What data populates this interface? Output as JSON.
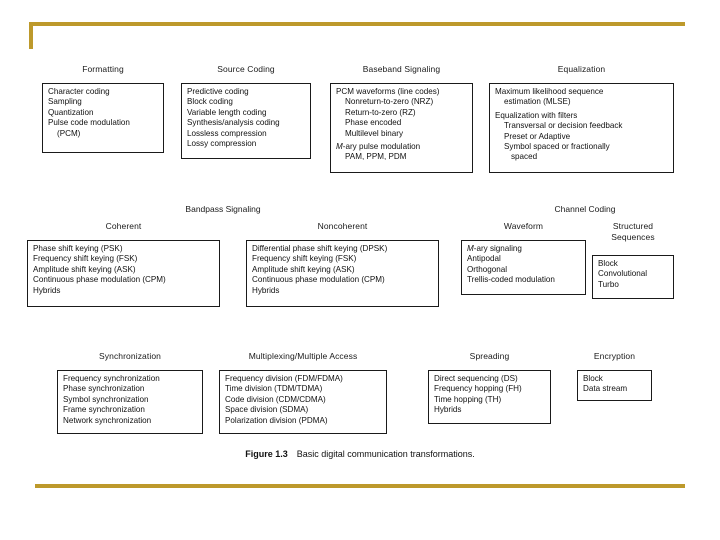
{
  "slide": {
    "accent_color": "#bd992b",
    "background_color": "#ffffff"
  },
  "figure": {
    "caption_number": "Figure 1.3",
    "caption_text": "Basic digital communication transformations.",
    "sections": [
      {
        "name": "bandpass-signaling",
        "label": "Bandpass Signaling"
      },
      {
        "name": "channel-coding",
        "label": "Channel Coding"
      }
    ],
    "groups": [
      {
        "name": "formatting",
        "title": "Formatting",
        "items": [
          {
            "text": "Character coding",
            "indent": 0,
            "gap": false,
            "italic_prefix": ""
          },
          {
            "text": "Sampling",
            "indent": 0,
            "gap": false,
            "italic_prefix": ""
          },
          {
            "text": "Quantization",
            "indent": 0,
            "gap": false,
            "italic_prefix": ""
          },
          {
            "text": "Pulse code modulation",
            "indent": 0,
            "gap": false,
            "italic_prefix": ""
          },
          {
            "text": "(PCM)",
            "indent": 1,
            "gap": false,
            "italic_prefix": ""
          }
        ]
      },
      {
        "name": "source-coding",
        "title": "Source Coding",
        "items": [
          {
            "text": "Predictive coding",
            "indent": 0,
            "gap": false,
            "italic_prefix": ""
          },
          {
            "text": "Block coding",
            "indent": 0,
            "gap": false,
            "italic_prefix": ""
          },
          {
            "text": "Variable length coding",
            "indent": 0,
            "gap": false,
            "italic_prefix": ""
          },
          {
            "text": "Synthesis/analysis coding",
            "indent": 0,
            "gap": false,
            "italic_prefix": ""
          },
          {
            "text": "Lossless compression",
            "indent": 0,
            "gap": false,
            "italic_prefix": ""
          },
          {
            "text": "Lossy compression",
            "indent": 0,
            "gap": false,
            "italic_prefix": ""
          }
        ]
      },
      {
        "name": "baseband-signaling",
        "title": "Baseband Signaling",
        "items": [
          {
            "text": "PCM waveforms (line codes)",
            "indent": 0,
            "gap": false,
            "italic_prefix": ""
          },
          {
            "text": "Nonreturn-to-zero (NRZ)",
            "indent": 1,
            "gap": false,
            "italic_prefix": ""
          },
          {
            "text": "Return-to-zero (RZ)",
            "indent": 1,
            "gap": false,
            "italic_prefix": ""
          },
          {
            "text": "Phase encoded",
            "indent": 1,
            "gap": false,
            "italic_prefix": ""
          },
          {
            "text": "Multilevel binary",
            "indent": 1,
            "gap": false,
            "italic_prefix": ""
          },
          {
            "text": "-ary pulse modulation",
            "indent": 0,
            "gap": true,
            "italic_prefix": "M"
          },
          {
            "text": "PAM, PPM, PDM",
            "indent": 1,
            "gap": false,
            "italic_prefix": ""
          }
        ]
      },
      {
        "name": "equalization",
        "title": "Equalization",
        "items": [
          {
            "text": "Maximum likelihood sequence",
            "indent": 0,
            "gap": false,
            "italic_prefix": ""
          },
          {
            "text": "estimation (MLSE)",
            "indent": 1,
            "gap": false,
            "italic_prefix": ""
          },
          {
            "text": "Equalization with filters",
            "indent": 0,
            "gap": true,
            "italic_prefix": ""
          },
          {
            "text": "Transversal or decision feedback",
            "indent": 1,
            "gap": false,
            "italic_prefix": ""
          },
          {
            "text": "Preset or Adaptive",
            "indent": 1,
            "gap": false,
            "italic_prefix": ""
          },
          {
            "text": "Symbol spaced or fractionally",
            "indent": 1,
            "gap": false,
            "italic_prefix": ""
          },
          {
            "text": "spaced",
            "indent": 2,
            "gap": false,
            "italic_prefix": ""
          }
        ]
      },
      {
        "name": "coherent",
        "title": "Coherent",
        "items": [
          {
            "text": "Phase shift keying (PSK)",
            "indent": 0,
            "gap": false,
            "italic_prefix": ""
          },
          {
            "text": "Frequency shift keying (FSK)",
            "indent": 0,
            "gap": false,
            "italic_prefix": ""
          },
          {
            "text": "Amplitude shift keying (ASK)",
            "indent": 0,
            "gap": false,
            "italic_prefix": ""
          },
          {
            "text": "Continuous phase modulation (CPM)",
            "indent": 0,
            "gap": false,
            "italic_prefix": ""
          },
          {
            "text": "Hybrids",
            "indent": 0,
            "gap": false,
            "italic_prefix": ""
          }
        ]
      },
      {
        "name": "noncoherent",
        "title": "Noncoherent",
        "items": [
          {
            "text": "Differential phase shift keying (DPSK)",
            "indent": 0,
            "gap": false,
            "italic_prefix": ""
          },
          {
            "text": "Frequency shift keying (FSK)",
            "indent": 0,
            "gap": false,
            "italic_prefix": ""
          },
          {
            "text": "Amplitude shift keying (ASK)",
            "indent": 0,
            "gap": false,
            "italic_prefix": ""
          },
          {
            "text": "Continuous phase modulation (CPM)",
            "indent": 0,
            "gap": false,
            "italic_prefix": ""
          },
          {
            "text": "Hybrids",
            "indent": 0,
            "gap": false,
            "italic_prefix": ""
          }
        ]
      },
      {
        "name": "waveform",
        "title": "Waveform",
        "items": [
          {
            "text": "-ary signaling",
            "indent": 0,
            "gap": false,
            "italic_prefix": "M"
          },
          {
            "text": "Antipodal",
            "indent": 0,
            "gap": false,
            "italic_prefix": ""
          },
          {
            "text": "Orthogonal",
            "indent": 0,
            "gap": false,
            "italic_prefix": ""
          },
          {
            "text": "Trellis-coded modulation",
            "indent": 0,
            "gap": false,
            "italic_prefix": ""
          }
        ]
      },
      {
        "name": "structured-sequences",
        "title": "Structured\nSequences",
        "title_line1": "Structured",
        "title_line2": "Sequences",
        "items": [
          {
            "text": "Block",
            "indent": 0,
            "gap": false,
            "italic_prefix": ""
          },
          {
            "text": "Convolutional",
            "indent": 0,
            "gap": false,
            "italic_prefix": ""
          },
          {
            "text": "Turbo",
            "indent": 0,
            "gap": false,
            "italic_prefix": ""
          }
        ]
      },
      {
        "name": "synchronization",
        "title": "Synchronization",
        "items": [
          {
            "text": "Frequency synchronization",
            "indent": 0,
            "gap": false,
            "italic_prefix": ""
          },
          {
            "text": "Phase synchronization",
            "indent": 0,
            "gap": false,
            "italic_prefix": ""
          },
          {
            "text": "Symbol synchronization",
            "indent": 0,
            "gap": false,
            "italic_prefix": ""
          },
          {
            "text": "Frame synchronization",
            "indent": 0,
            "gap": false,
            "italic_prefix": ""
          },
          {
            "text": "Network synchronization",
            "indent": 0,
            "gap": false,
            "italic_prefix": ""
          }
        ]
      },
      {
        "name": "multiplexing-multiple-access",
        "title": "Multiplexing/Multiple Access",
        "items": [
          {
            "text": "Frequency division (FDM/FDMA)",
            "indent": 0,
            "gap": false,
            "italic_prefix": ""
          },
          {
            "text": "Time division (TDM/TDMA)",
            "indent": 0,
            "gap": false,
            "italic_prefix": ""
          },
          {
            "text": "Code division (CDM/CDMA)",
            "indent": 0,
            "gap": false,
            "italic_prefix": ""
          },
          {
            "text": "Space division (SDMA)",
            "indent": 0,
            "gap": false,
            "italic_prefix": ""
          },
          {
            "text": "Polarization division (PDMA)",
            "indent": 0,
            "gap": false,
            "italic_prefix": ""
          }
        ]
      },
      {
        "name": "spreading",
        "title": "Spreading",
        "items": [
          {
            "text": "Direct sequencing (DS)",
            "indent": 0,
            "gap": false,
            "italic_prefix": ""
          },
          {
            "text": "Frequency hopping (FH)",
            "indent": 0,
            "gap": false,
            "italic_prefix": ""
          },
          {
            "text": "Time hopping (TH)",
            "indent": 0,
            "gap": false,
            "italic_prefix": ""
          },
          {
            "text": "Hybrids",
            "indent": 0,
            "gap": false,
            "italic_prefix": ""
          }
        ]
      },
      {
        "name": "encryption",
        "title": "Encryption",
        "items": [
          {
            "text": "Block",
            "indent": 0,
            "gap": false,
            "italic_prefix": ""
          },
          {
            "text": "Data stream",
            "indent": 0,
            "gap": false,
            "italic_prefix": ""
          }
        ]
      }
    ]
  }
}
